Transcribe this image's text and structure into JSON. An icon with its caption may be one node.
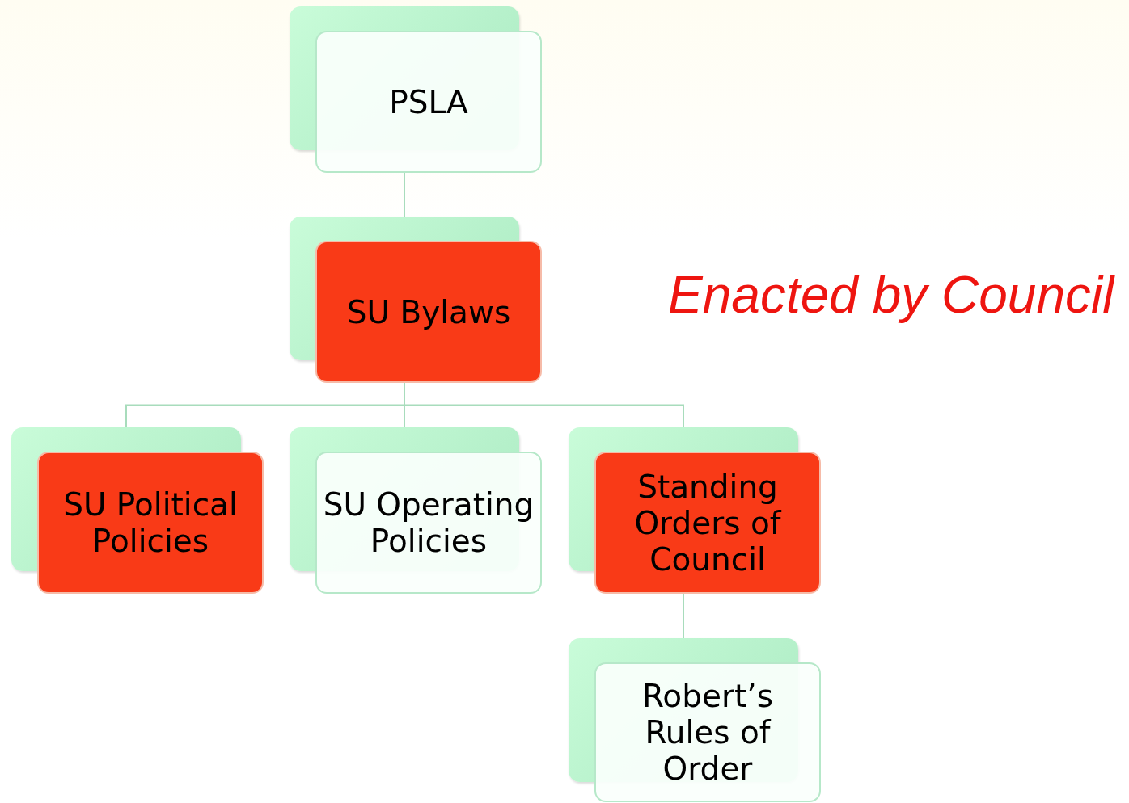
{
  "diagram": {
    "nodes": [
      {
        "text": [
          "PSLA"
        ]
      },
      {
        "text": [
          "SU Bylaws"
        ]
      },
      {
        "text": [
          "SU Political Policies"
        ]
      },
      {
        "text": [
          "SU Operating Policies"
        ]
      },
      {
        "text": [
          "Standing Orders of Council"
        ]
      },
      {
        "text": [
          "Robert’s Rules of Order"
        ]
      }
    ],
    "edges": [
      {
        "from": 0,
        "to": 1,
        "arrow": "none"
      },
      {
        "from": 1,
        "to": 2,
        "arrow": "none"
      },
      {
        "from": 1,
        "to": 3,
        "arrow": "none"
      },
      {
        "from": 1,
        "to": 4,
        "arrow": "none"
      },
      {
        "from": 4,
        "to": 5,
        "arrow": "none"
      }
    ],
    "labels": [
      "Enacted by Council"
    ]
  }
}
